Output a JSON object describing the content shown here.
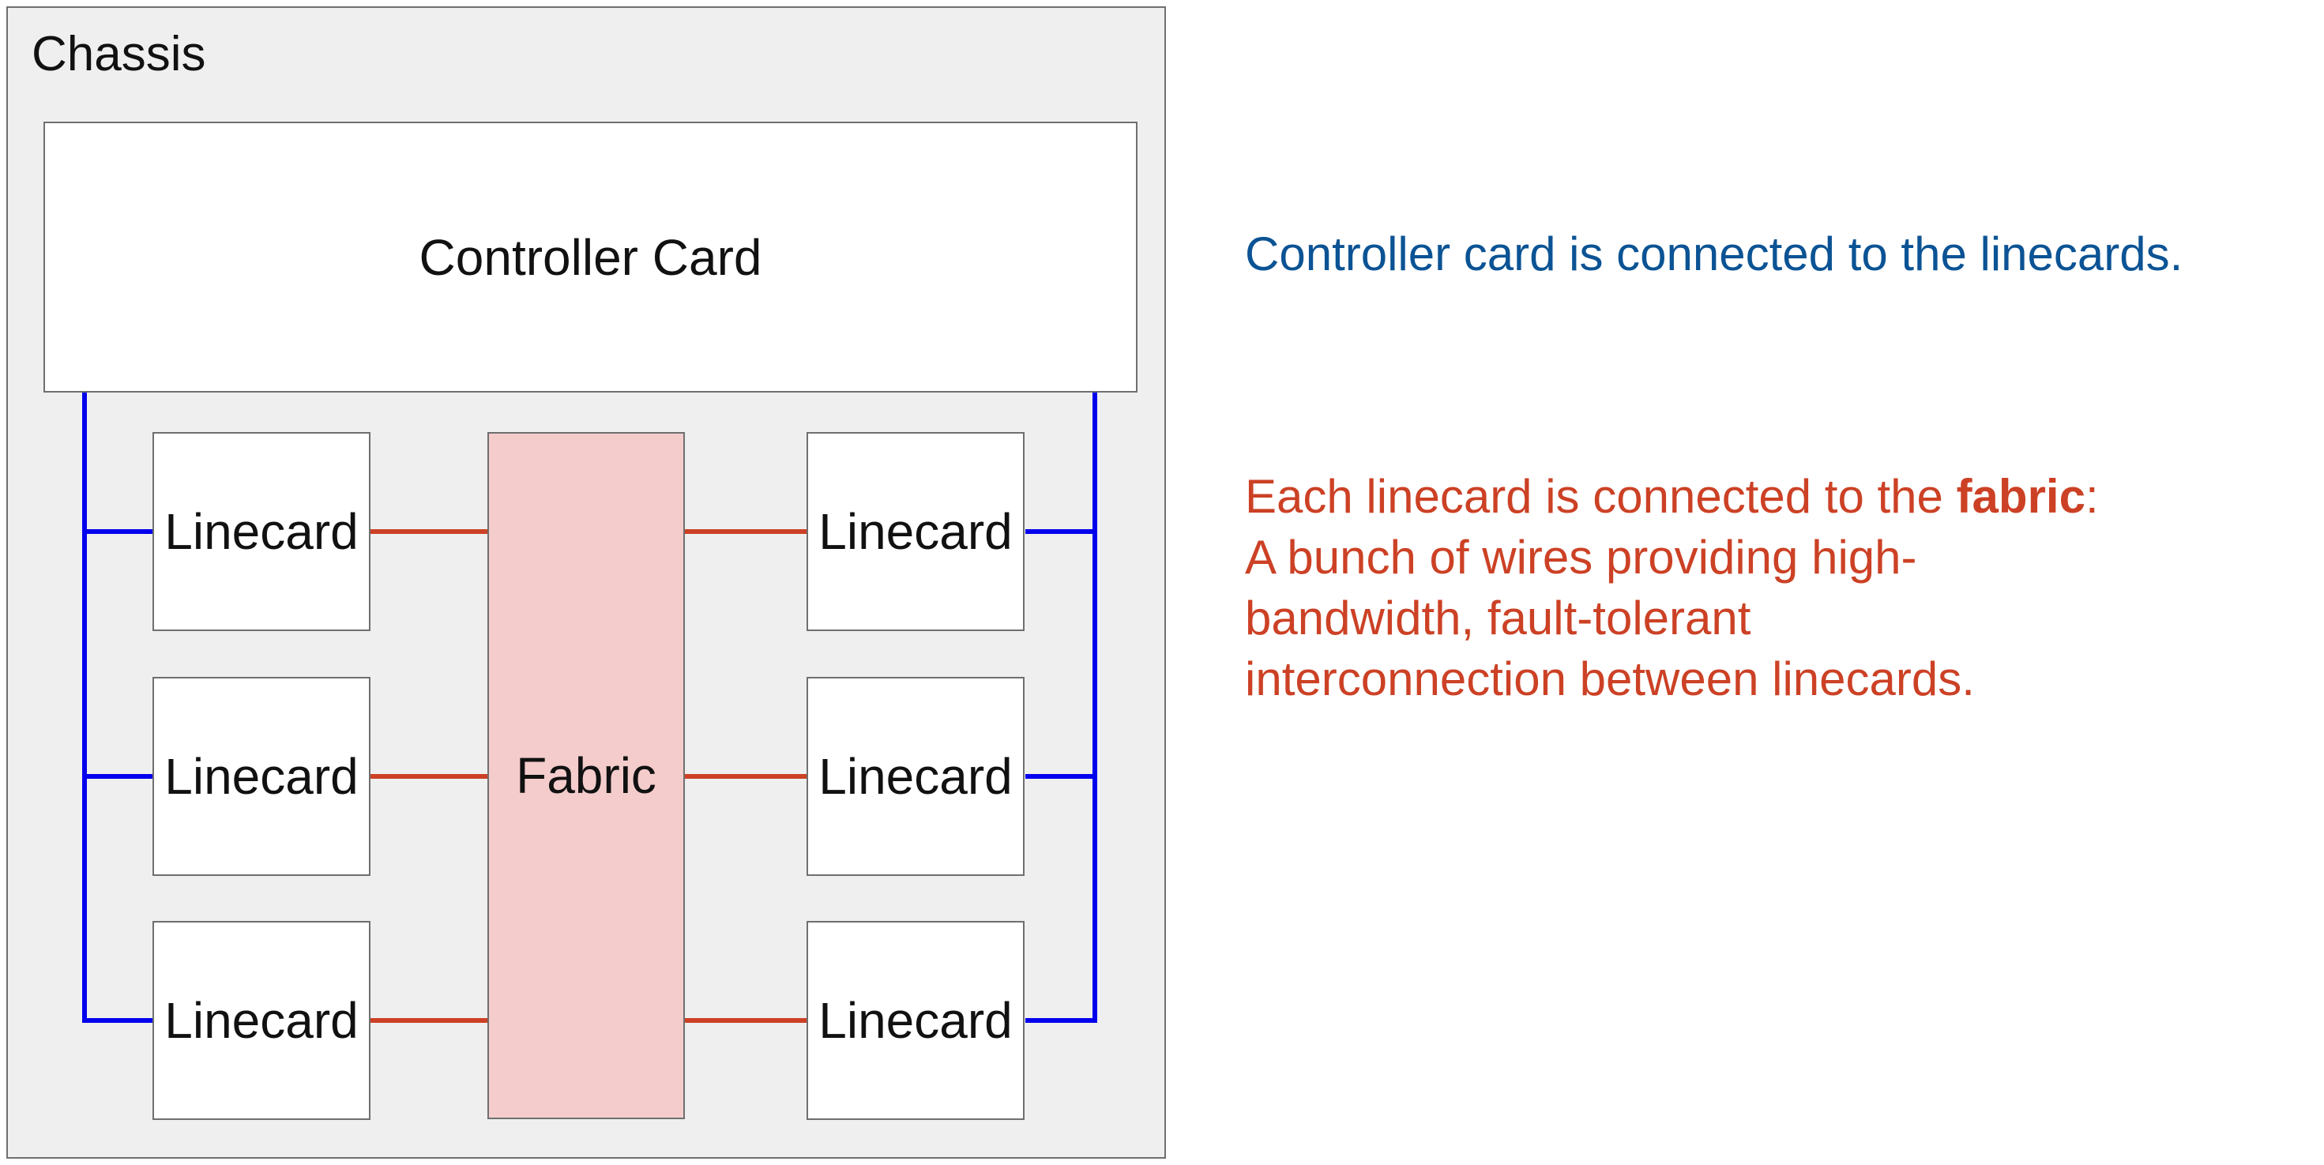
{
  "diagram": {
    "chassis_label": "Chassis",
    "controller_label": "Controller Card",
    "fabric_label": "Fabric",
    "linecards_left": [
      "Linecard",
      "Linecard",
      "Linecard"
    ],
    "linecards_right": [
      "Linecard",
      "Linecard",
      "Linecard"
    ],
    "colors": {
      "chassis_fill": "#efefef",
      "fabric_fill": "#f4cccc",
      "controller_link": "#0000ee",
      "fabric_link": "#cc4125",
      "border": "#6f6f6f"
    }
  },
  "notes": {
    "controller_note": "Controller card is connected to the linecards.",
    "fabric_note_prefix": "Each linecard is connected to the ",
    "fabric_note_bold": "fabric",
    "fabric_note_suffix": ":",
    "fabric_note_line2": "A bunch of wires providing high-",
    "fabric_note_line3": "bandwidth, fault-tolerant",
    "fabric_note_line4": "interconnection between linecards.",
    "controller_note_color": "#0b5394",
    "fabric_note_color": "#cc4125"
  }
}
